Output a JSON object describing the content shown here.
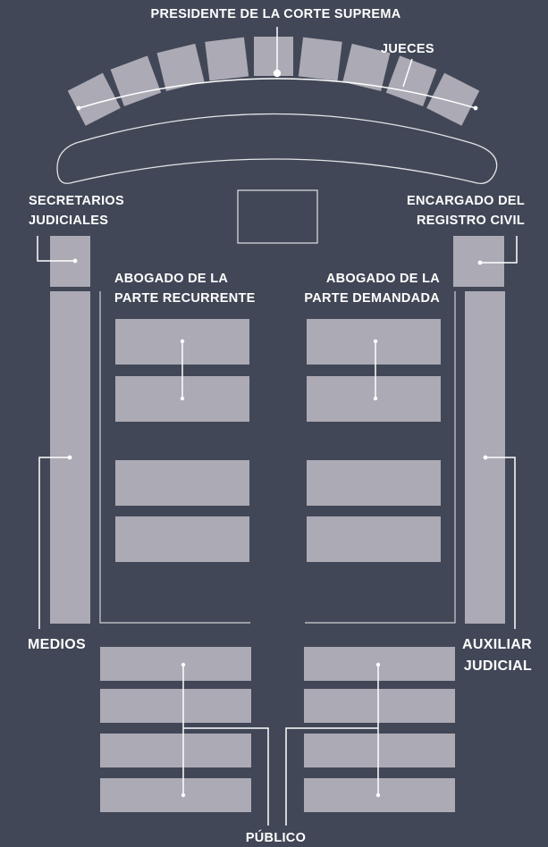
{
  "colors": {
    "background": "#414756",
    "seat": "#acaab4",
    "line": "#ffffff"
  },
  "labels": {
    "presidente": "PRESIDENTE DE LA CORTE SUPREMA",
    "jueces": "JUECES",
    "secretarios": [
      "SECRETARIOS",
      "JUDICIALES"
    ],
    "registro": [
      "ENCARGADO DEL",
      "REGISTRO CIVIL"
    ],
    "abogado_recurrente": [
      "ABOGADO DE LA",
      "PARTE RECURRENTE"
    ],
    "abogado_demandada": [
      "ABOGADO DE LA",
      "PARTE DEMANDADA"
    ],
    "medios": "MEDIOS",
    "auxiliar": [
      "AUXILIAR",
      "JUDICIAL"
    ],
    "publico": "PÚBLICO"
  },
  "counts": {
    "judge_seats": 9,
    "attorney_rows_per_side": 4,
    "public_rows_per_side": 4
  }
}
